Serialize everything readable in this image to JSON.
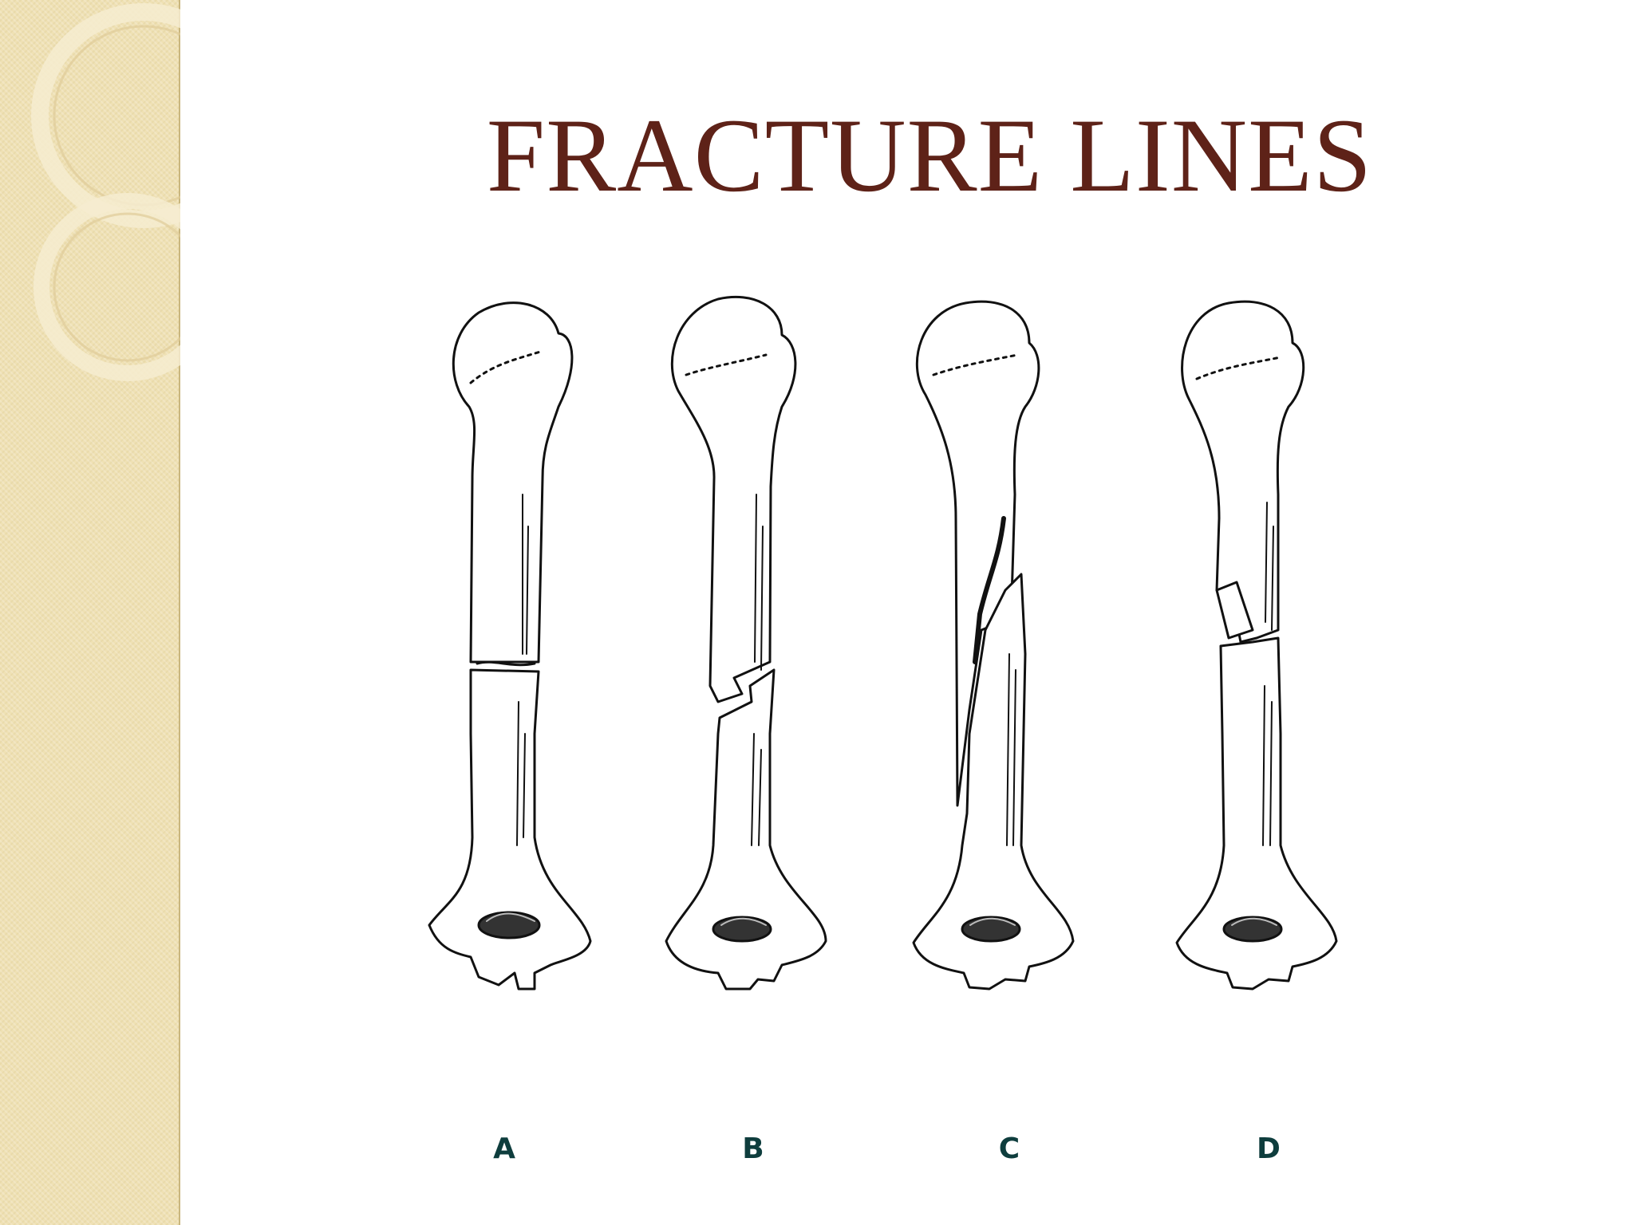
{
  "slide": {
    "title": "FRACTURE LINES"
  },
  "figure": {
    "labels": [
      "A",
      "B",
      "C",
      "D"
    ]
  },
  "colors": {
    "title": "#5e2218",
    "sidebar": "#efe1b4",
    "label": "#0e3d3d"
  }
}
